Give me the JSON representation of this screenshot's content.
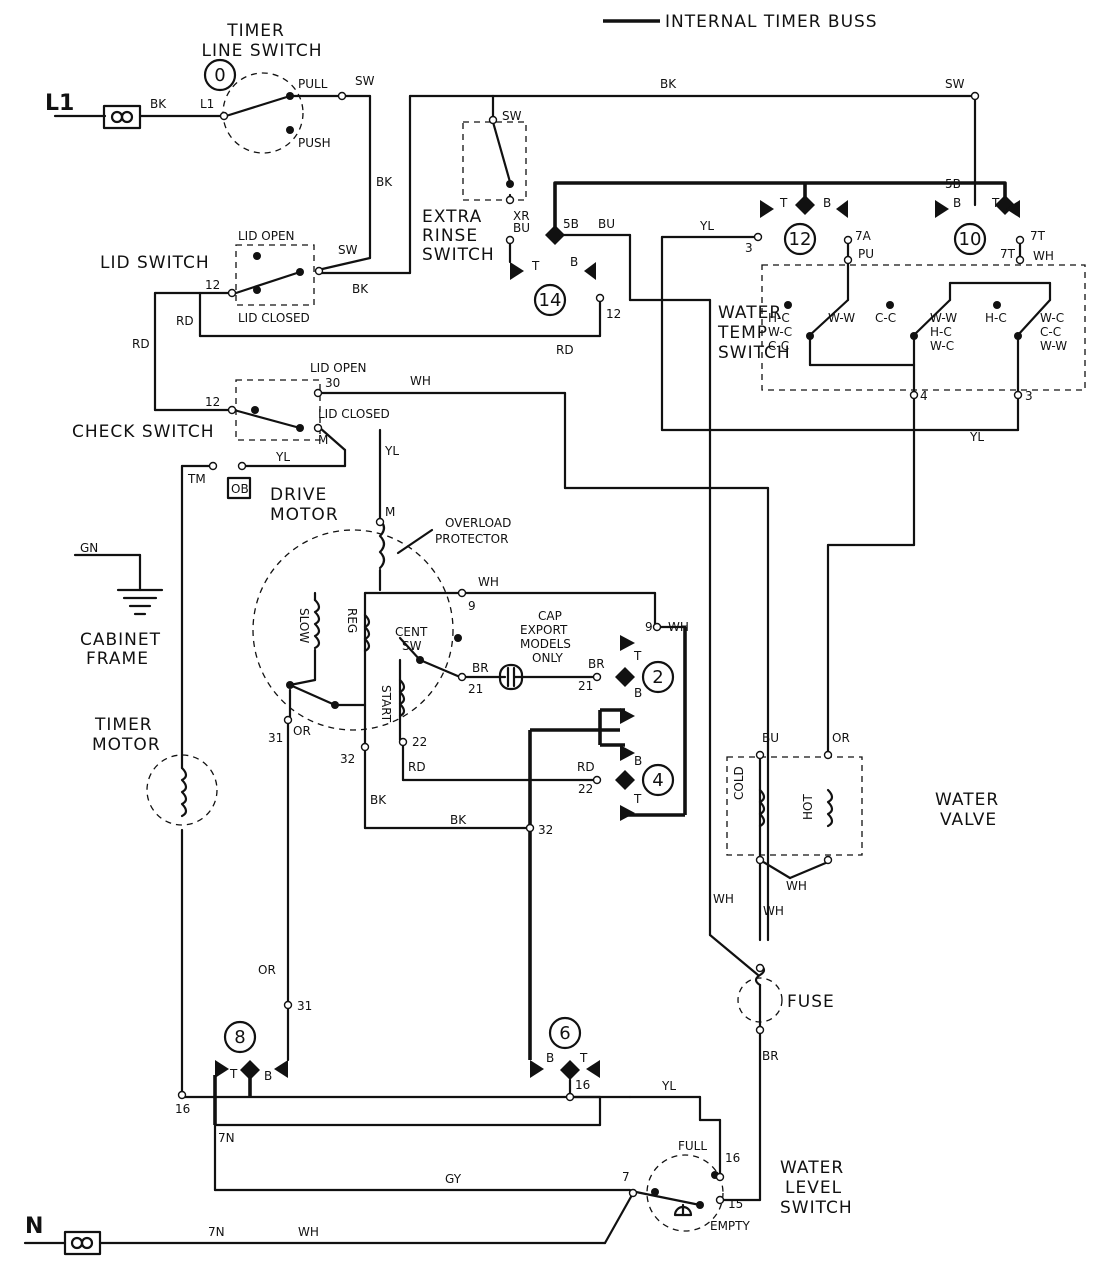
{
  "legend": {
    "internal_timer_buss": "INTERNAL TIMER BUSS"
  },
  "components": {
    "timer_line_switch": {
      "line1": "TIMER",
      "line2": "LINE SWITCH",
      "number": "0",
      "pull": "PULL",
      "push": "PUSH"
    },
    "lid_switch": {
      "label": "LID SWITCH",
      "open": "LID OPEN",
      "closed": "LID CLOSED"
    },
    "check_switch": {
      "label": "CHECK SWITCH",
      "open": "LID OPEN",
      "closed": "LID CLOSED"
    },
    "extra_rinse_switch": {
      "line1": "EXTRA",
      "line2": "RINSE",
      "line3": "SWITCH"
    },
    "water_temp_switch": {
      "line1": "WATER",
      "line2": "TEMP",
      "line3": "SWITCH",
      "positions": [
        "H-C",
        "W-C",
        "C-C",
        "W-W",
        "C-C",
        "W-W",
        "H-C",
        "W-C",
        "H-C",
        "W-C",
        "C-C",
        "W-W"
      ]
    },
    "drive_motor": {
      "line1": "DRIVE",
      "line2": "MOTOR",
      "overload1": "OVERLOAD",
      "overload2": "PROTECTOR",
      "slow": "SLOW",
      "reg": "REG",
      "cent1": "CENT",
      "cent2": "SW",
      "start": "START"
    },
    "cap": {
      "line1": "CAP",
      "line2": "EXPORT",
      "line3": "MODELS",
      "line4": "ONLY"
    },
    "cabinet": {
      "gn": "GN",
      "line1": "CABINET",
      "line2": "FRAME"
    },
    "timer_motor": {
      "line1": "TIMER",
      "line2": "MOTOR"
    },
    "ob": "OB",
    "water_valve": {
      "line1": "WATER",
      "line2": "VALVE",
      "cold": "COLD",
      "hot": "HOT"
    },
    "fuse": "FUSE",
    "water_level_switch": {
      "line1": "WATER",
      "line2": "LEVEL",
      "line3": "SWITCH",
      "full": "FULL",
      "empty": "EMPTY"
    },
    "line_in": {
      "l1": "L1",
      "n": "N"
    }
  },
  "timer_numbers": [
    "0",
    "14",
    "12",
    "10",
    "2",
    "4",
    "8",
    "6"
  ],
  "wire_colors": {
    "bk": "BK",
    "sw": "SW",
    "bu": "BU",
    "yl": "YL",
    "pu": "PU",
    "wh": "WH",
    "rd": "RD",
    "br": "BR",
    "or": "OR",
    "gy": "GY",
    "xr": "XR"
  },
  "terminals": {
    "l1": "L1",
    "t12": "12",
    "t30": "30",
    "m": "M",
    "tm": "TM",
    "t9": "9",
    "t21": "21",
    "t22": "22",
    "t31": "31",
    "t32": "32",
    "t5b": "5B",
    "t7a": "7A",
    "t7t": "7T",
    "t3": "3",
    "t4": "4",
    "t16": "16",
    "t7n": "7N",
    "t7": "7",
    "t15": "15",
    "t": "T",
    "b": "B"
  }
}
